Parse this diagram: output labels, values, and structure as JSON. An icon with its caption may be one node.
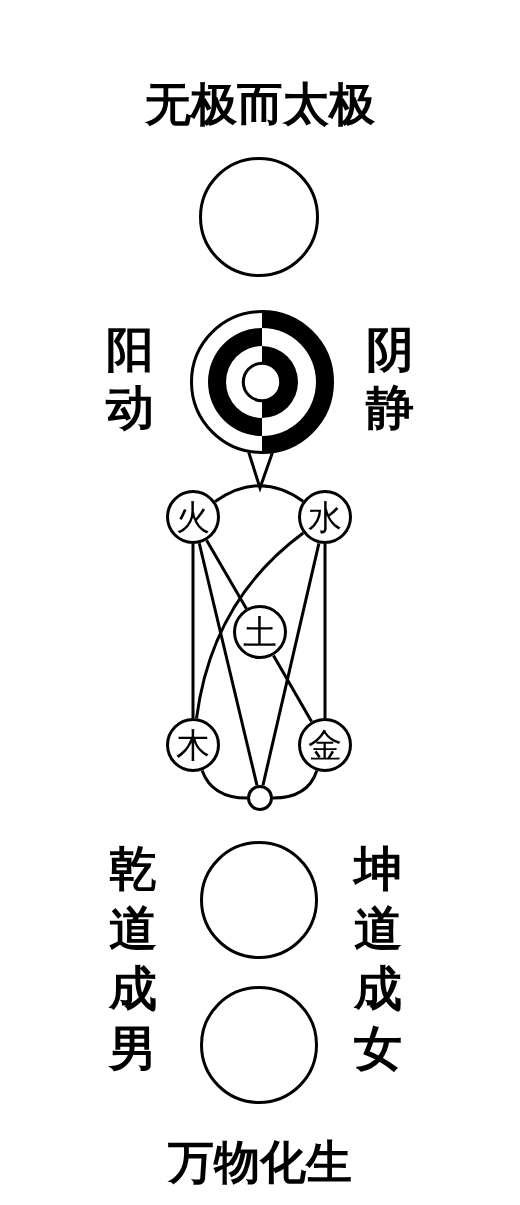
{
  "diagram": {
    "title": "无极而太极",
    "caption": "万物化生",
    "nodes": [
      {
        "text": [],
        "shape": "circle"
      },
      {
        "text": [],
        "shape": "picture",
        "beside": [
          "阳动",
          "阴静"
        ]
      },
      {
        "text": [
          "火"
        ]
      },
      {
        "text": [
          "水"
        ]
      },
      {
        "text": [
          "土"
        ]
      },
      {
        "text": [
          "木"
        ]
      },
      {
        "text": [
          "金"
        ]
      },
      {
        "text": [],
        "shape": "circle"
      },
      {
        "text": [],
        "shape": "circle"
      },
      {
        "text": [],
        "shape": "circle"
      }
    ],
    "edges": [
      {
        "from": 1,
        "to": null,
        "arrow": "to"
      },
      {
        "from": 2,
        "to": 3,
        "arrow": "none"
      },
      {
        "from": 2,
        "to": 5,
        "arrow": "none"
      },
      {
        "from": 3,
        "to": 6,
        "arrow": "none"
      },
      {
        "from": 2,
        "to": 4,
        "arrow": "none"
      },
      {
        "from": 4,
        "to": 6,
        "arrow": "none"
      },
      {
        "from": 3,
        "to": 5,
        "arrow": "none"
      },
      {
        "from": 2,
        "to": 7,
        "arrow": "none"
      },
      {
        "from": 3,
        "to": 7,
        "arrow": "none"
      },
      {
        "from": 5,
        "to": 7,
        "arrow": "none"
      },
      {
        "from": 6,
        "to": 7,
        "arrow": "none"
      }
    ],
    "labels": [
      "乾道成男",
      "坤道成女"
    ]
  }
}
